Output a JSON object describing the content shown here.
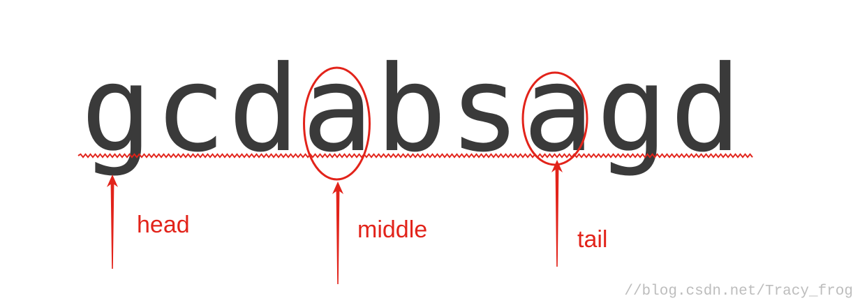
{
  "diagram": {
    "letters": [
      "g",
      "c",
      "d",
      "a",
      "b",
      "s",
      "a",
      "g",
      "d"
    ],
    "highlighted_indices": [
      3,
      6
    ],
    "pointers": [
      {
        "id": "head",
        "label": "head",
        "index": 0
      },
      {
        "id": "middle",
        "label": "middle",
        "index": 3
      },
      {
        "id": "tail",
        "label": "tail",
        "index": 6
      }
    ],
    "colors": {
      "letters": "#3a3a3a",
      "accent": "#e2231a",
      "watermark": "#bdbdbd"
    },
    "watermark": "//blog.csdn.net/Tracy_frog"
  }
}
